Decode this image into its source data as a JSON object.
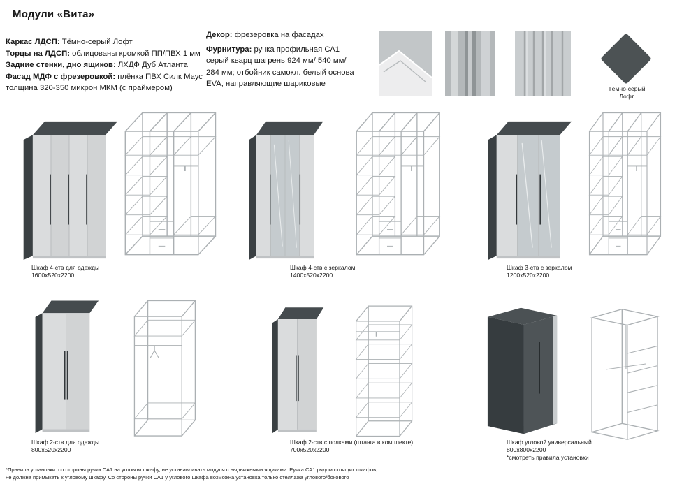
{
  "page": {
    "title": "Модули «Вита»"
  },
  "specs": {
    "items": [
      {
        "label": "Каркас ЛДСП:",
        "value": "Тёмно-серый Лофт"
      },
      {
        "label": "Торцы на ЛДСП:",
        "value": "облицованы кромкой ПП/ПВХ 1 мм"
      },
      {
        "label": "Задние стенки, дно ящиков:",
        "value": "ЛХДФ Дуб Атланта"
      },
      {
        "label": "Фасад МДФ с фрезеровкой:",
        "value": "плёнка ПВХ Силк Маус толщина 320-350 микрон МКМ (с праймером)"
      }
    ]
  },
  "decor": {
    "items": [
      {
        "label": "Декор:",
        "value": "фрезеровка на фасадах"
      },
      {
        "label": "Фурнитура:",
        "value": "ручка профильная СА1 серый кварц шагрень 924 мм/ 540 мм/ 284 мм; отбойник самокл. белый основа EVA, направляющие шариковые"
      }
    ]
  },
  "swatch": {
    "line1": "Тёмно-серый",
    "line2": "Лофт",
    "color": "#4c5254"
  },
  "colors": {
    "carcass_dark": "#454b4e",
    "front_light": "#d6d8d9",
    "wireframe_stroke": "#abb0b3"
  },
  "products": [
    {
      "name": "Шкаф 4-ств для одежды",
      "dims": "1600х520х2200"
    },
    {
      "name": "Шкаф 4-ств с зеркалом",
      "dims": "1400х520х2200"
    },
    {
      "name": "Шкаф 3-ств с зеркалом",
      "dims": "1200х520х2200"
    },
    {
      "name": "Шкаф 2-ств для одежды",
      "dims": "800х520х2200"
    },
    {
      "name": "Шкаф 2-ств с полками (штанга в комплекте)",
      "dims": "700х520х2200"
    },
    {
      "name": "Шкаф угловой универсальный",
      "dims": "800х800х2200",
      "note": "*смотреть правила установки"
    }
  ],
  "footer": {
    "line1": "*Правила установки: со стороны ручки СА1 на угловом шкафу, не устанавливать модуля с выдвижными ящиками. Ручка СА1 рядом стоящих шкафов,",
    "line2": "не должна примыкать к угловому шкафу. Со стороны ручки СА1 у углового шкафа возможна установка только стеллажа углового/бокового"
  }
}
